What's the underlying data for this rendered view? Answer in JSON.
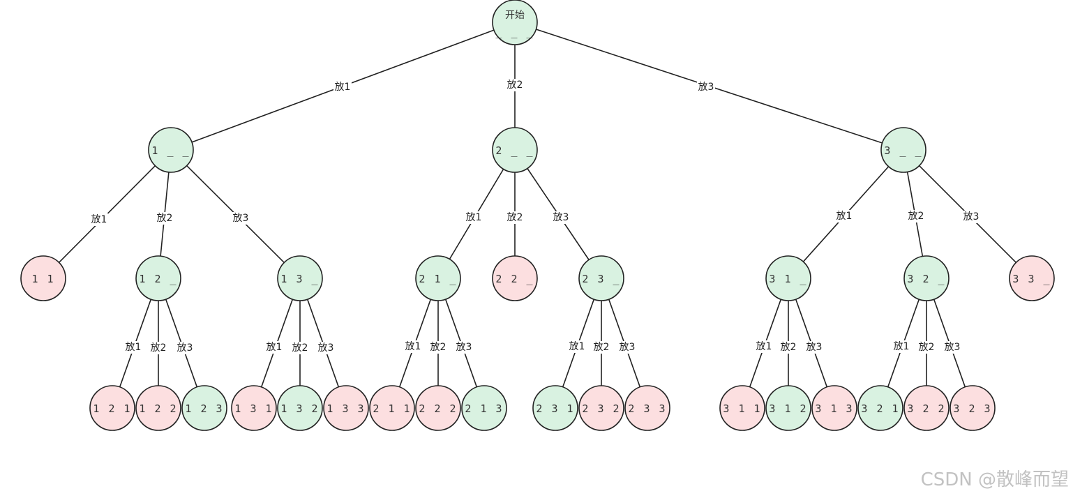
{
  "colors": {
    "success": "#d9f2e1",
    "pruned": "#fcdfe0",
    "stroke": "#222222"
  },
  "root": {
    "title": "开始",
    "value": "_ _ _"
  },
  "nodes": {
    "n1": {
      "label": "1 _ _",
      "status": "success"
    },
    "n2": {
      "label": "2 _ _",
      "status": "success"
    },
    "n3": {
      "label": "3 _ _",
      "status": "success"
    },
    "n11": {
      "label": "1 1",
      "status": "pruned"
    },
    "n12": {
      "label": "1 2 _",
      "status": "success"
    },
    "n13": {
      "label": "1 3 _",
      "status": "success"
    },
    "n21": {
      "label": "2 1 _",
      "status": "success"
    },
    "n22": {
      "label": "2 2 _",
      "status": "pruned"
    },
    "n23": {
      "label": "2 3 _",
      "status": "success"
    },
    "n31": {
      "label": "3 1 _",
      "status": "success"
    },
    "n32": {
      "label": "3 2 _",
      "status": "success"
    },
    "n33": {
      "label": "3 3 _",
      "status": "pruned"
    },
    "n121": {
      "label": "1 2 1",
      "status": "pruned"
    },
    "n122": {
      "label": "1 2 2",
      "status": "pruned"
    },
    "n123": {
      "label": "1 2 3",
      "status": "success"
    },
    "n131": {
      "label": "1 3 1",
      "status": "pruned"
    },
    "n132": {
      "label": "1 3 2",
      "status": "success"
    },
    "n133": {
      "label": "1 3 3",
      "status": "pruned"
    },
    "n211": {
      "label": "2 1 1",
      "status": "pruned"
    },
    "n222": {
      "label": "2 2 2",
      "status": "pruned"
    },
    "n213": {
      "label": "2 1 3",
      "status": "success"
    },
    "n231": {
      "label": "2 3 1",
      "status": "success"
    },
    "n232": {
      "label": "2 3 2",
      "status": "pruned"
    },
    "n233": {
      "label": "2 3 3",
      "status": "pruned"
    },
    "n311": {
      "label": "3 1 1",
      "status": "pruned"
    },
    "n312": {
      "label": "3 1 2",
      "status": "success"
    },
    "n313": {
      "label": "3 1 3",
      "status": "pruned"
    },
    "n321": {
      "label": "3 2 1",
      "status": "success"
    },
    "n322": {
      "label": "3 2 2",
      "status": "pruned"
    },
    "n323": {
      "label": "3 2 3",
      "status": "pruned"
    }
  },
  "edges": {
    "e_root_1": "放1",
    "e_root_2": "放2",
    "e_root_3": "放3",
    "e_1_11": "放1",
    "e_1_12": "放2",
    "e_1_13": "放3",
    "e_2_21": "放1",
    "e_2_22": "放2",
    "e_2_23": "放3",
    "e_3_31": "放1",
    "e_3_32": "放2",
    "e_3_33": "放3",
    "e_12_121": "放1",
    "e_12_122": "放2",
    "e_12_123": "放3",
    "e_13_131": "放1",
    "e_13_132": "放2",
    "e_13_133": "放3",
    "e_21_211": "放1",
    "e_21_222": "放2",
    "e_21_213": "放3",
    "e_23_231": "放1",
    "e_23_232": "放2",
    "e_23_233": "放3",
    "e_31_311": "放1",
    "e_31_312": "放2",
    "e_31_313": "放3",
    "e_32_321": "放1",
    "e_32_322": "放2",
    "e_32_323": "放3"
  },
  "watermark": "CSDN @散峰而望"
}
